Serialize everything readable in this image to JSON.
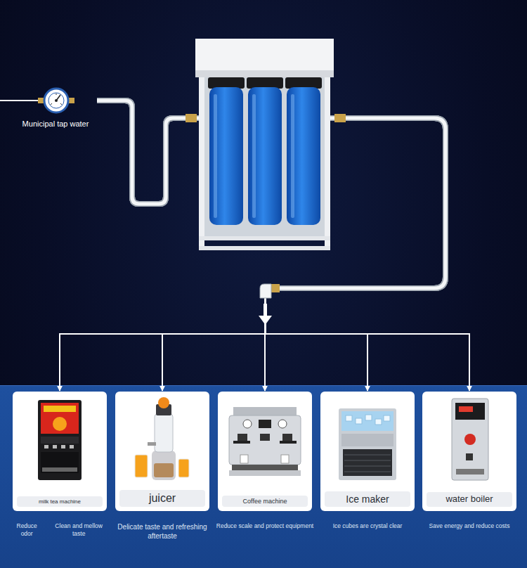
{
  "diagram": {
    "nodes": [
      {
        "text": [
          "Municipal tap water"
        ]
      },
      {
        "text": [
          "milk tea machine",
          "Reduce odor",
          "Clean and mellow taste"
        ]
      },
      {
        "text": [
          "juicer",
          "Delicate taste and refreshing aftertaste"
        ]
      },
      {
        "text": [
          "Coffee machine",
          "Reduce scale and protect equipment"
        ]
      },
      {
        "text": [
          "Ice maker",
          "Ice cubes are crystal clear"
        ]
      },
      {
        "text": [
          "water boiler",
          "Save energy and reduce costs"
        ]
      }
    ],
    "edges": [
      {
        "from": 0,
        "to": 1,
        "arrow": "to"
      },
      {
        "from": 0,
        "to": 2,
        "arrow": "to"
      },
      {
        "from": 0,
        "to": 3,
        "arrow": "to"
      },
      {
        "from": 0,
        "to": 4,
        "arrow": "to"
      },
      {
        "from": 0,
        "to": 5,
        "arrow": "to"
      }
    ]
  }
}
